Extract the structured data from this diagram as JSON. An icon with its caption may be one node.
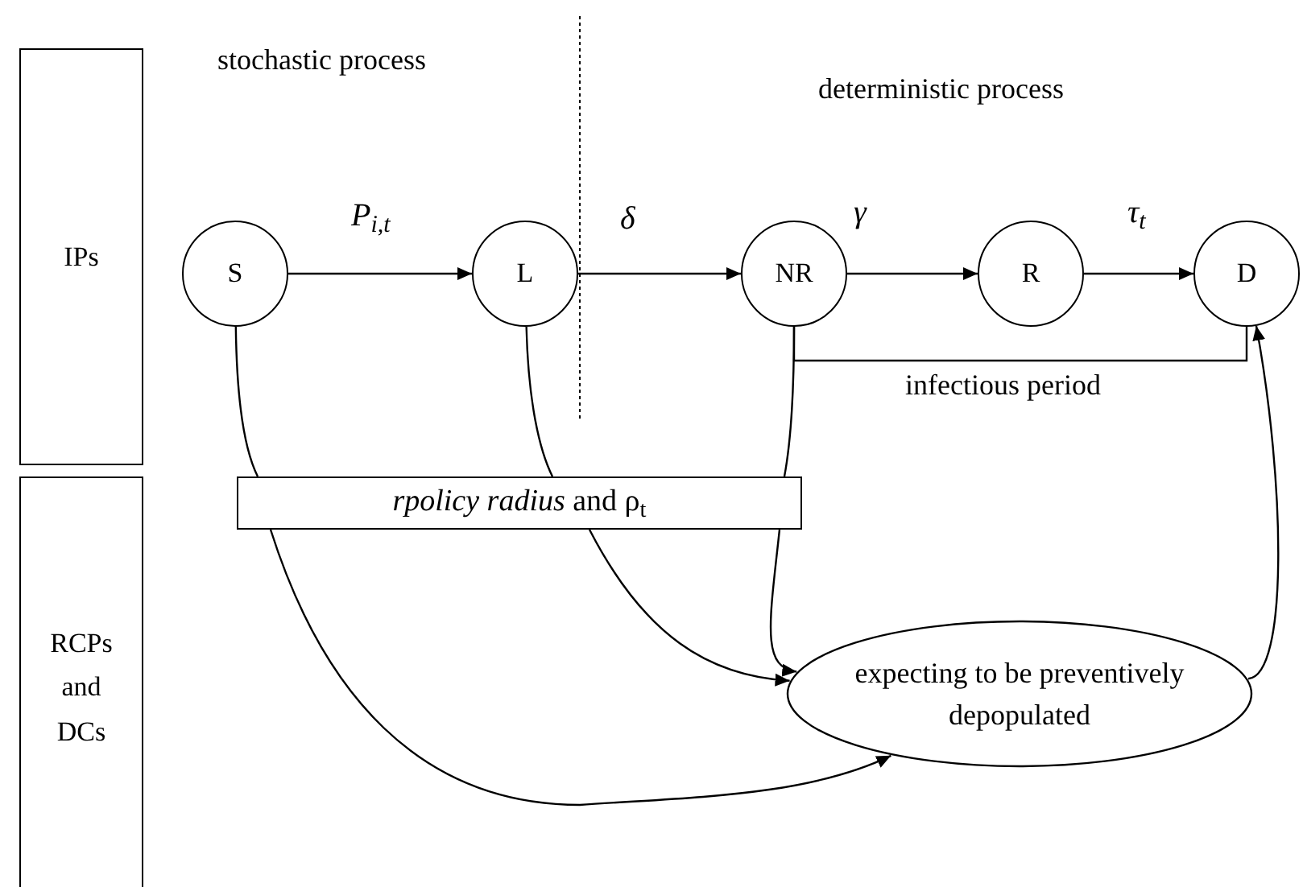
{
  "diagram": {
    "nodes": [
      {
        "text": [
          "IPs"
        ]
      },
      {
        "text": [
          "RCPs and DCs"
        ]
      },
      {
        "text": [
          "S"
        ]
      },
      {
        "text": [
          "L"
        ]
      },
      {
        "text": [
          "NR"
        ]
      },
      {
        "text": [
          "R"
        ]
      },
      {
        "text": [
          "D"
        ]
      },
      {
        "text": [
          "*rpolicy radius* and ρ$_{t}$"
        ]
      },
      {
        "text": [
          "expecting to be preventively depopulated"
        ]
      }
    ],
    "edges": [
      {
        "from": 2,
        "to": 3,
        "arrow": "to",
        "label": "P$_{i,t}$"
      },
      {
        "from": 3,
        "to": 4,
        "arrow": "to",
        "label": "δ"
      },
      {
        "from": 4,
        "to": 5,
        "arrow": "to",
        "label": "γ"
      },
      {
        "from": 5,
        "to": 6,
        "arrow": "to",
        "label": "τ$_{t}$"
      },
      {
        "from": 2,
        "to": 7,
        "arrow": "none"
      },
      {
        "from": 7,
        "to": 8,
        "arrow": "to"
      },
      {
        "from": 3,
        "to": 7,
        "arrow": "none"
      },
      {
        "from": 7,
        "to": 8,
        "arrow": "to"
      },
      {
        "from": 4,
        "to": 7,
        "arrow": "none"
      },
      {
        "from": 7,
        "to": 8,
        "arrow": "to"
      },
      {
        "from": 8,
        "to": 6,
        "arrow": "to"
      }
    ],
    "labels": [
      "stochastic process",
      "deterministic process",
      "infectious period"
    ]
  }
}
